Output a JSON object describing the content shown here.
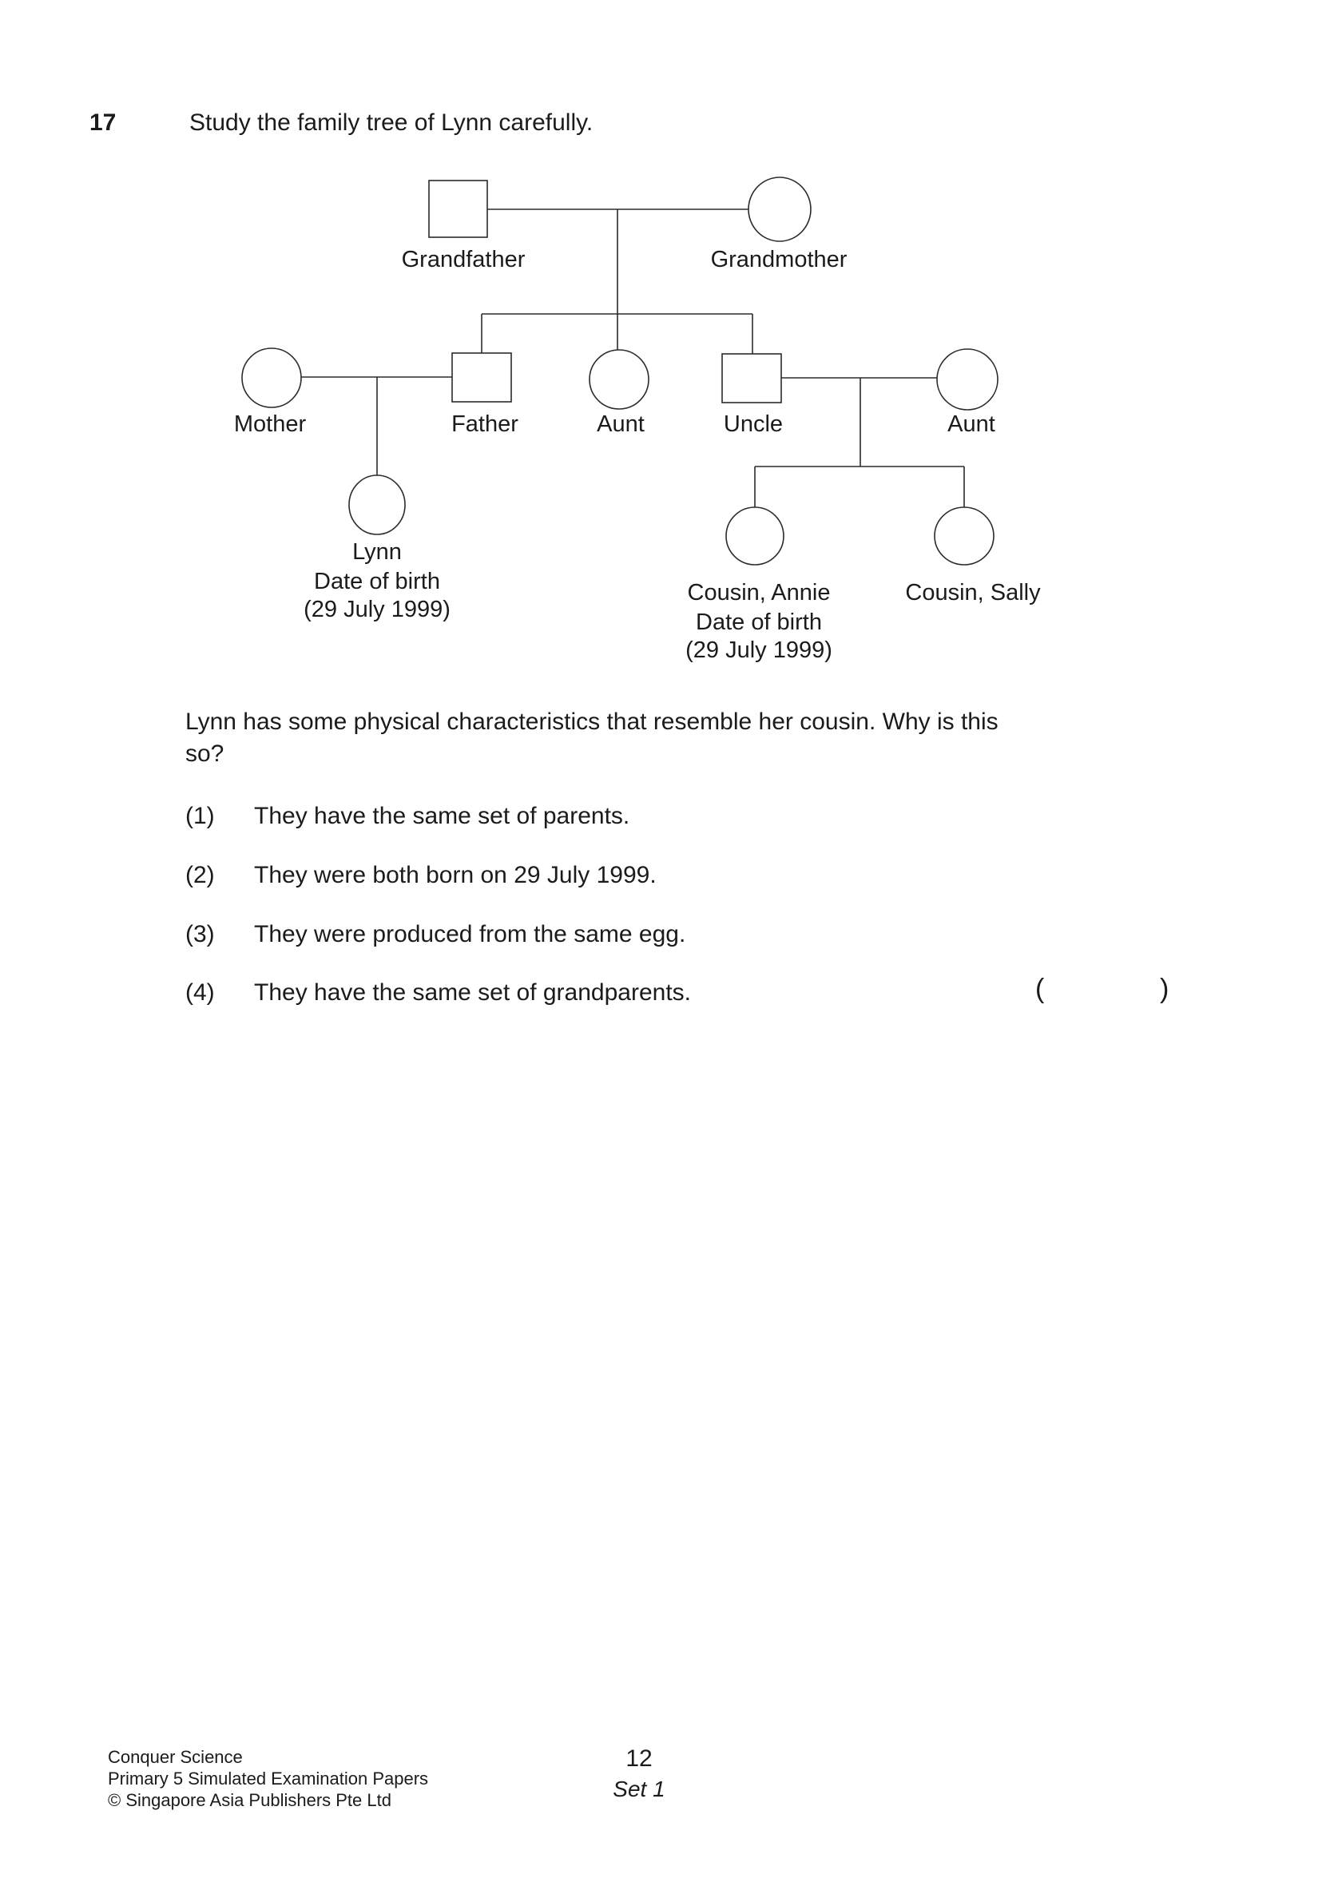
{
  "question": {
    "number": "17",
    "title": "Study the family tree of Lynn carefully.",
    "prompt_lines": [
      "Lynn has some physical characteristics that resemble her cousin. Why is this",
      "so?"
    ],
    "options": [
      {
        "num": "(1)",
        "text": "They have the same set of parents."
      },
      {
        "num": "(2)",
        "text": "They were both born on 29 July 1999."
      },
      {
        "num": "(3)",
        "text": "They were produced from the same egg."
      },
      {
        "num": "(4)",
        "text": "They have the same set of grandparents."
      }
    ],
    "answer_bracket_open": "(",
    "answer_bracket_close": ")"
  },
  "tree": {
    "grandfather": "Grandfather",
    "grandmother": "Grandmother",
    "mother": "Mother",
    "father": "Father",
    "aunt_middle": "Aunt",
    "uncle": "Uncle",
    "aunt_right": "Aunt",
    "lynn": {
      "name": "Lynn",
      "dob_label": "Date of birth",
      "dob_value": "(29 July 1999)"
    },
    "cousin_annie": {
      "name": "Cousin, Annie",
      "dob_label": "Date of birth",
      "dob_value": "(29 July 1999)"
    },
    "cousin_sally": {
      "name": "Cousin, Sally"
    }
  },
  "footer": {
    "publisher_lines": [
      "Conquer Science",
      "Primary 5 Simulated Examination Papers",
      "© Singapore Asia Publishers Pte Ltd"
    ],
    "page_number": "12",
    "set_label": "Set 1"
  }
}
